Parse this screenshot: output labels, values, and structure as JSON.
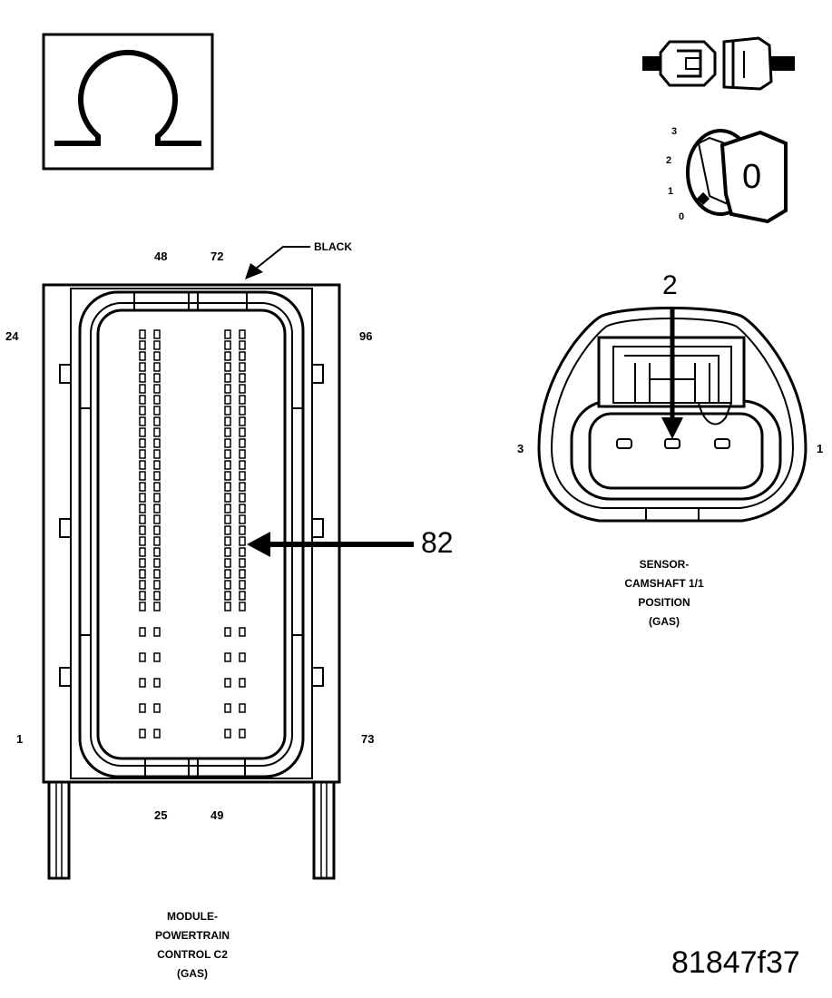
{
  "pcm_connector": {
    "pin_labels": {
      "top_left": "48",
      "top_right": "72",
      "left_upper": "24",
      "right_upper": "96",
      "left_lower": "1",
      "right_lower": "73",
      "bottom_left": "25",
      "bottom_right": "49"
    },
    "color_label": "BLACK",
    "callout": "82",
    "caption": [
      "MODULE-",
      "POWERTRAIN",
      "CONTROL C2",
      "(GAS)"
    ]
  },
  "cam_sensor": {
    "callout": "2",
    "pin_left": "3",
    "pin_right": "1",
    "caption": [
      "SENSOR-",
      "CAMSHAFT 1/1",
      "POSITION",
      "(GAS)"
    ]
  },
  "ignition_key": {
    "positions": [
      "3",
      "2",
      "1",
      "0"
    ],
    "key_label": "0"
  },
  "figure_id": "81847f37",
  "icons": {
    "meter": "ohm-meter-icon",
    "disconnect": "connector-disconnect-icon",
    "ignition": "ignition-key-icon"
  }
}
